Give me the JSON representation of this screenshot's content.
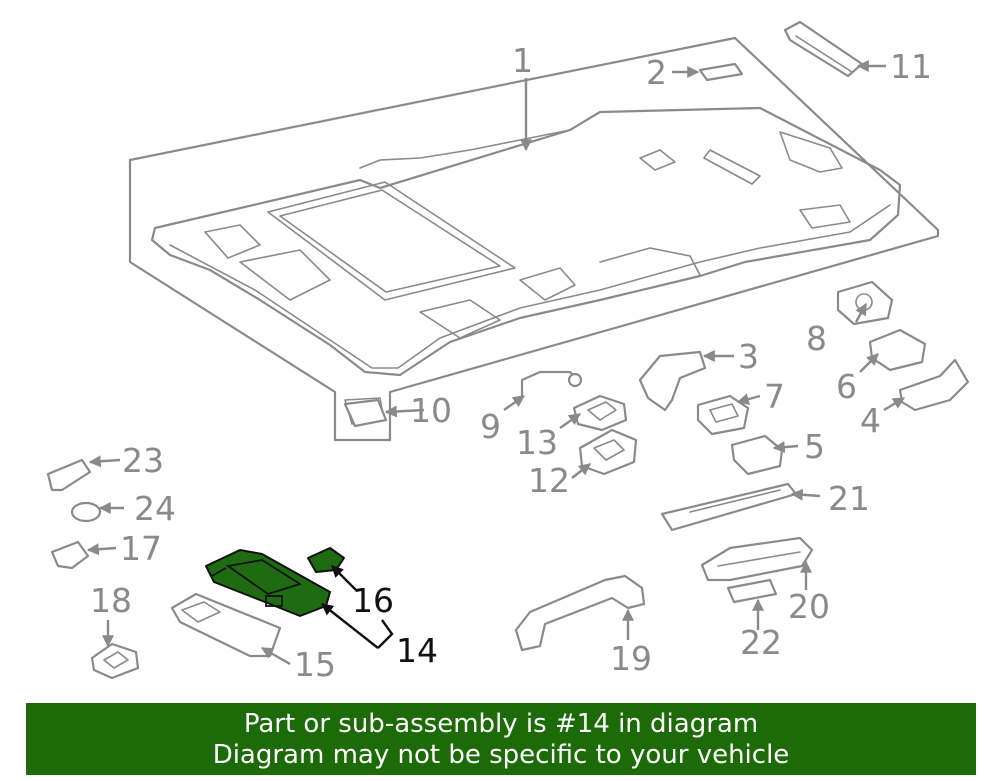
{
  "labels": {
    "p1": "1",
    "p2": "2",
    "p3": "3",
    "p4": "4",
    "p5": "5",
    "p6": "6",
    "p7": "7",
    "p8": "8",
    "p9": "9",
    "p10": "10",
    "p11": "11",
    "p12": "12",
    "p13": "13",
    "p14": "14",
    "p15": "15",
    "p16": "16",
    "p17": "17",
    "p18": "18",
    "p19": "19",
    "p20": "20",
    "p21": "21",
    "p22": "22",
    "p23": "23",
    "p24": "24"
  },
  "highlight": {
    "part": "14",
    "color": "#1d6b08"
  },
  "banner": {
    "line1": "Part or sub-assembly is #14 in diagram",
    "line2": "Diagram may not be specific to your vehicle"
  }
}
